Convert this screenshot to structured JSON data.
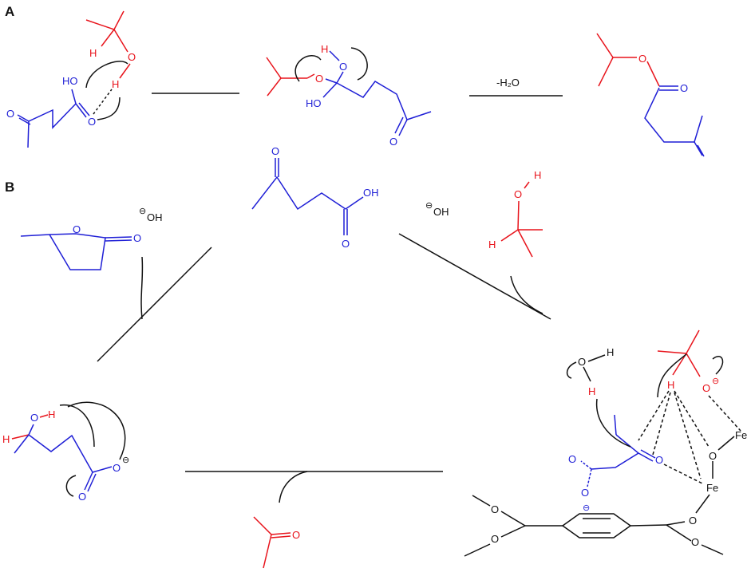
{
  "panels": {
    "a": "A",
    "b": "B"
  },
  "atoms": {
    "H": "H",
    "O": "O",
    "HO": "HO",
    "OH": "OH",
    "Fe": "Fe",
    "minus": "⊖"
  },
  "reaction_a": {
    "dehydration_label": "-H₂O"
  },
  "colors": {
    "isopropanol": "#e8141c",
    "levulinic": "#1f1fd6",
    "arrows": "#111111"
  }
}
